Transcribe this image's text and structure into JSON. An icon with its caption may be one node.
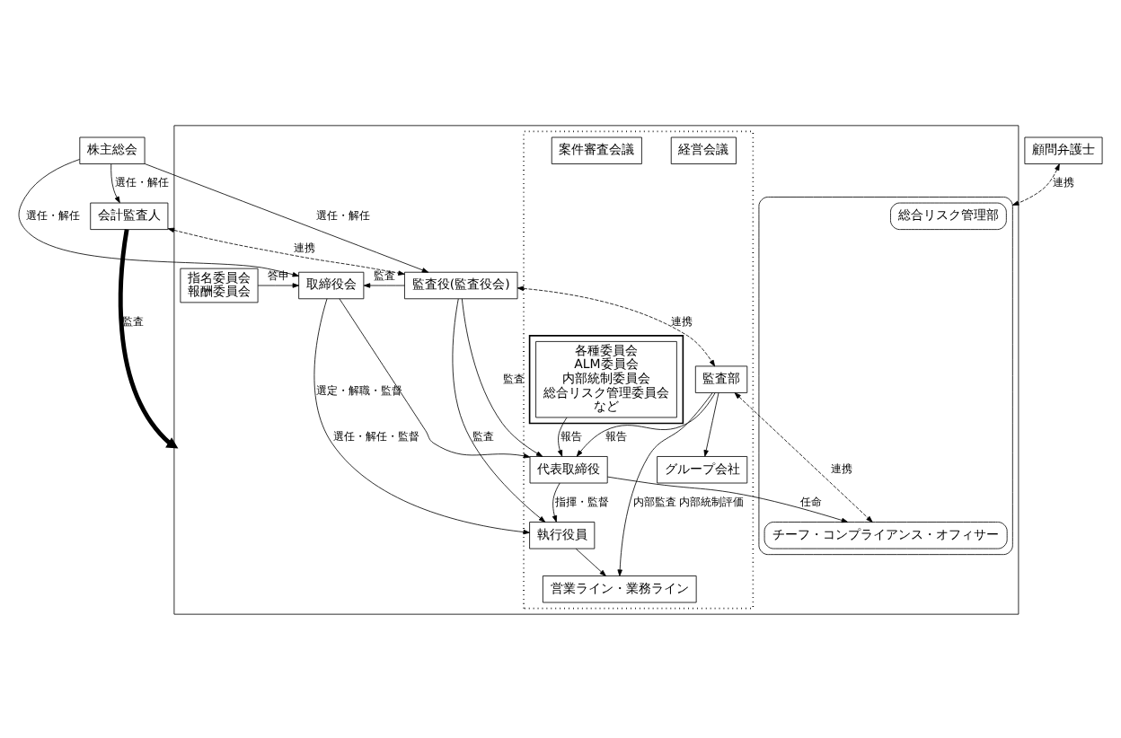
{
  "diagram": {
    "nodes": [
      {
        "text": [
          "株主総会"
        ]
      },
      {
        "text": [
          "会計監査人"
        ]
      },
      {
        "text": [
          "顧問弁護士"
        ]
      },
      {
        "text": [],
        "shape": "box"
      },
      {
        "text": [
          "監査役(監査役会)"
        ],
        "in": 3
      },
      {
        "text": [
          "取締役会"
        ],
        "in": 3
      },
      {
        "text": [
          "指名委員会",
          "報酬委員会"
        ],
        "in": 3
      },
      {
        "text": [],
        "shape": "box",
        "in": 3
      },
      {
        "text": [],
        "shape": "box",
        "in": 3
      },
      {
        "text": [
          "総合リスク管理部"
        ],
        "in": 8
      },
      {
        "text": [
          "チーフ・コンプライアンス・オフィサー"
        ],
        "in": 8
      },
      {
        "text": [
          "監査部"
        ],
        "in": 7
      },
      {
        "text": [
          "代表取締役"
        ],
        "in": 7
      },
      {
        "text": [
          "経営会議"
        ],
        "in": 7
      },
      {
        "text": [
          "案件審査会議"
        ],
        "in": 7
      },
      {
        "text": [],
        "shape": "box",
        "in": 7
      },
      {
        "text": [
          "各種委員会",
          "ALM委員会",
          "内部統制委員会",
          "総合リスク管理委員会",
          "など"
        ],
        "in": 15
      },
      {
        "text": [
          "執行役員"
        ],
        "in": 7
      },
      {
        "text": [
          "営業ライン・業務ライン"
        ],
        "in": 7
      },
      {
        "text": [
          "グループ会社"
        ],
        "in": 7
      }
    ],
    "edges": [
      {
        "from": 0,
        "to": 1,
        "arrow": "to",
        "label": "選任・解任"
      },
      {
        "from": 0,
        "to": 4,
        "arrow": "to",
        "label": "選任・解任"
      },
      {
        "from": 0,
        "to": 5,
        "arrow": "to",
        "label": "選任・解任"
      },
      {
        "from": 1,
        "to": 3,
        "arrow": "to",
        "label": "監査",
        "style": "thick"
      },
      {
        "from": 1,
        "to": 4,
        "arrow": "both",
        "label": "連携",
        "style": "dashed"
      },
      {
        "from": 2,
        "to": 8,
        "arrow": "both",
        "label": "連携",
        "style": "dashed"
      },
      {
        "from": 4,
        "to": 5,
        "arrow": "to",
        "label": "監査"
      },
      {
        "from": 6,
        "to": 5,
        "arrow": "to",
        "label": "答申"
      },
      {
        "from": 4,
        "to": 11,
        "arrow": "both",
        "label": "連携",
        "style": "dashed"
      },
      {
        "from": 11,
        "to": 10,
        "arrow": "both",
        "label": "連携",
        "style": "dashed"
      },
      {
        "from": 4,
        "to": 12,
        "arrow": "to",
        "label": "監査"
      },
      {
        "from": 5,
        "to": 12,
        "arrow": "to",
        "label": "選定・解職・監督"
      },
      {
        "from": 12,
        "to": 10,
        "arrow": "to",
        "label": "任命"
      },
      {
        "from": 11,
        "to": 12,
        "arrow": "to",
        "label": "報告"
      },
      {
        "from": 16,
        "to": 12,
        "arrow": "to",
        "label": "報告"
      },
      {
        "from": 4,
        "to": 17,
        "arrow": "to",
        "label": "監査"
      },
      {
        "from": 5,
        "to": 17,
        "arrow": "to",
        "label": "選任・解任・監督"
      },
      {
        "from": 12,
        "to": 17,
        "arrow": "to",
        "label": "指揮・監督"
      },
      {
        "from": 17,
        "to": 18,
        "arrow": "to"
      },
      {
        "from": 11,
        "to": 18,
        "arrow": "to",
        "label": "内部監査 内部統制評価"
      },
      {
        "from": 11,
        "to": 19,
        "arrow": "to"
      }
    ]
  }
}
